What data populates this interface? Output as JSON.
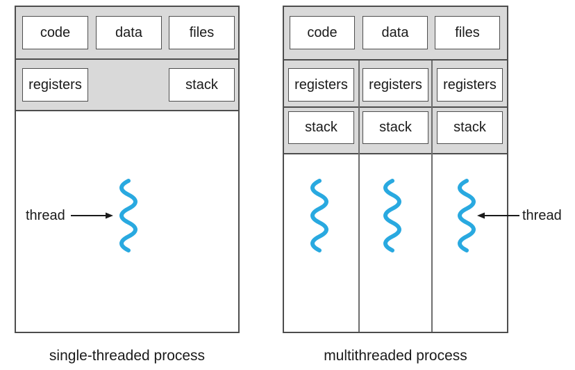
{
  "colors": {
    "section_fill": "#d9d9d9",
    "box_fill": "#ffffff",
    "border_dark": "#4d4d4d",
    "column_divider": "#6e6e6e",
    "thread_wave": "#29a9e0",
    "text": "#1a1a1a"
  },
  "left_diagram": {
    "caption": "single-threaded process",
    "shared_boxes": [
      "code",
      "data",
      "files"
    ],
    "registers_label": "registers",
    "stack_label": "stack",
    "thread_label": "thread"
  },
  "right_diagram": {
    "caption": "multithreaded process",
    "shared_boxes": [
      "code",
      "data",
      "files"
    ],
    "columns": [
      {
        "registers": "registers",
        "stack": "stack"
      },
      {
        "registers": "registers",
        "stack": "stack"
      },
      {
        "registers": "registers",
        "stack": "stack"
      }
    ],
    "thread_label": "thread"
  }
}
